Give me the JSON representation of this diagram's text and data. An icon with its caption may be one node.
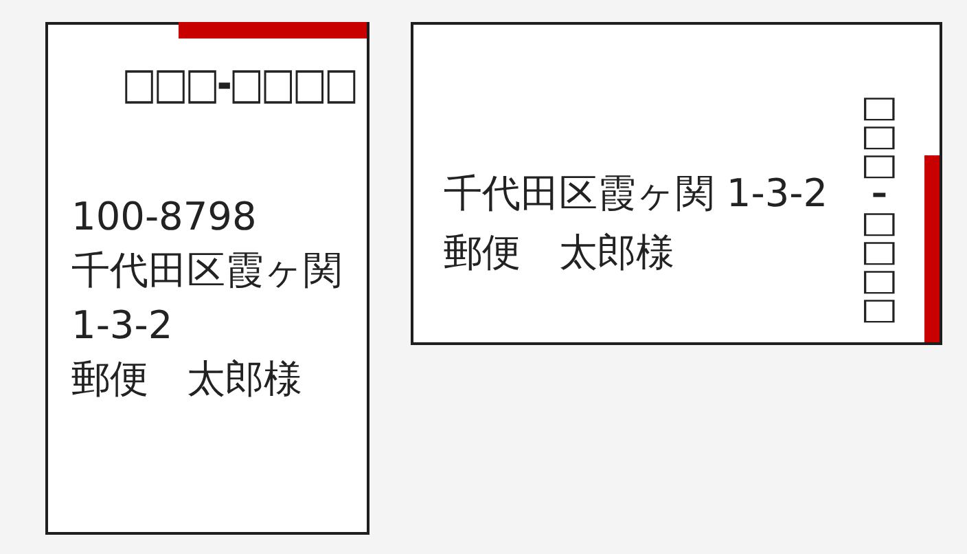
{
  "diagram": {
    "nodes": [
      {
        "text": [
          "□□□-□□□□",
          "100-8798",
          "千代田区霞ヶ関 1-3-2",
          "郵便　太郎様"
        ]
      },
      {
        "text": [
          "□□□-□□□□",
          "千代田区霞ヶ関 1-3-2",
          "郵便　太郎様"
        ]
      }
    ]
  }
}
